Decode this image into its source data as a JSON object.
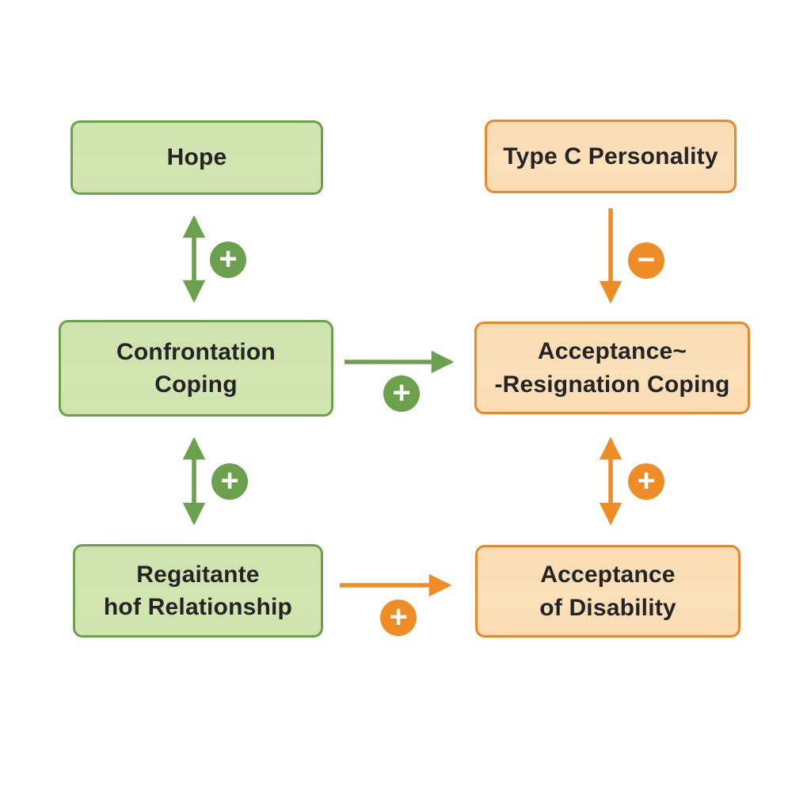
{
  "colors": {
    "background": "#ffffff",
    "text": "#242424",
    "green_fill": "#cfe3ae",
    "green_border": "#6ba14b",
    "green_accent": "#6ba04d",
    "orange_fill": "#fbdcb2",
    "orange_border": "#e8872c",
    "orange_accent": "#ee8d26"
  },
  "nodes": [
    {
      "id": "hope",
      "label": "Hope",
      "color": "green"
    },
    {
      "id": "type-c-personality",
      "label": "Type C Personality",
      "color": "orange"
    },
    {
      "id": "confrontation-coping",
      "label": "Confrontation\nCoping",
      "color": "green"
    },
    {
      "id": "acceptance-resignation-coping",
      "label": "Acceptance~\n-Resignation Coping",
      "color": "orange"
    },
    {
      "id": "regaitante-relationship",
      "label": "Regaitante\nhof Relationship",
      "color": "green"
    },
    {
      "id": "acceptance-of-disability",
      "label": "Acceptance\nof Disability",
      "color": "orange"
    }
  ],
  "edges": [
    {
      "from": "hope",
      "to": "confrontation-coping",
      "direction": "bidirectional-vertical",
      "sign": "+",
      "color": "green"
    },
    {
      "from": "type-c-personality",
      "to": "acceptance-resignation-coping",
      "direction": "down",
      "sign": "−",
      "color": "orange"
    },
    {
      "from": "confrontation-coping",
      "to": "acceptance-resignation-coping",
      "direction": "right",
      "sign": "+",
      "color": "green"
    },
    {
      "from": "confrontation-coping",
      "to": "regaitante-relationship",
      "direction": "bidirectional-vertical",
      "sign": "+",
      "color": "green"
    },
    {
      "from": "acceptance-resignation-coping",
      "to": "acceptance-of-disability",
      "direction": "bidirectional-vertical",
      "sign": "+",
      "color": "orange"
    },
    {
      "from": "regaitante-relationship",
      "to": "acceptance-of-disability",
      "direction": "right",
      "sign": "+",
      "color": "orange"
    }
  ]
}
